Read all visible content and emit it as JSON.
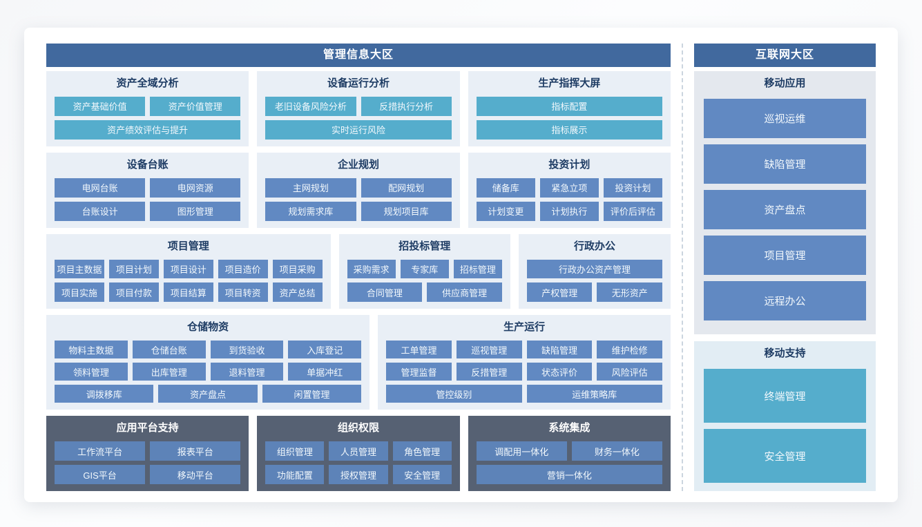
{
  "colors": {
    "page_bg": "#fafbfc",
    "card_bg": "#ffffff",
    "zone_header_bg": "#41699e",
    "zone_header_text": "#ffffff",
    "group_light_bg": "#e9eff6",
    "group_dark_bg": "#566173",
    "group_gray_bg": "#e4e8ee",
    "group_support_bg": "#e2edf4",
    "title_text": "#1e3c64",
    "title_text_on_dark": "#ffffff",
    "btn_teal": "#55adcc",
    "btn_blue": "#6189c2",
    "btn_dark_panel": "#5d83b8",
    "btn_text": "#f2f8fc",
    "divider": "#cbd5df"
  },
  "zones": {
    "left": {
      "title": "管理信息大区",
      "rows": [
        {
          "groups": [
            {
              "title": "资产全域分析",
              "theme": "light",
              "button_style": "teal",
              "button_rows": [
                [
                  "资产基础价值",
                  "资产价值管理"
                ],
                [
                  "资产绩效评估与提升"
                ]
              ]
            },
            {
              "title": "设备运行分析",
              "theme": "light",
              "button_style": "teal",
              "button_rows": [
                [
                  "老旧设备风险分析",
                  "反措执行分析"
                ],
                [
                  "实时运行风险"
                ]
              ]
            },
            {
              "title": "生产指挥大屏",
              "theme": "light",
              "button_style": "teal",
              "button_rows": [
                [
                  "指标配置"
                ],
                [
                  "指标展示"
                ]
              ]
            }
          ]
        },
        {
          "groups": [
            {
              "title": "设备台账",
              "theme": "light",
              "button_style": "blue",
              "button_rows": [
                [
                  "电网台账",
                  "电网资源"
                ],
                [
                  "台账设计",
                  "图形管理"
                ]
              ]
            },
            {
              "title": "企业规划",
              "theme": "light",
              "button_style": "blue",
              "button_rows": [
                [
                  "主网规划",
                  "配网规划"
                ],
                [
                  "规划需求库",
                  "规划项目库"
                ]
              ]
            },
            {
              "title": "投资计划",
              "theme": "light",
              "button_style": "blue",
              "button_rows": [
                [
                  "储备库",
                  "紧急立项",
                  "投资计划"
                ],
                [
                  "计划变更",
                  "计划执行",
                  "评价后评估"
                ]
              ]
            }
          ]
        },
        {
          "groups": [
            {
              "title": "项目管理",
              "theme": "light",
              "button_style": "blue",
              "button_rows": [
                [
                  "项目主数据",
                  "项目计划",
                  "项目设计",
                  "项目造价",
                  "项目采购"
                ],
                [
                  "项目实施",
                  "项目付款",
                  "项目结算",
                  "项目转资",
                  "资产总结"
                ]
              ]
            },
            {
              "title": "招投标管理",
              "theme": "light",
              "button_style": "blue",
              "button_rows": [
                [
                  "采购需求",
                  "专家库",
                  "招标管理"
                ],
                [
                  "合同管理",
                  "供应商管理"
                ]
              ]
            },
            {
              "title": "行政办公",
              "theme": "light",
              "button_style": "blue",
              "button_rows": [
                [
                  "行政办公资产管理"
                ],
                [
                  "产权管理",
                  "无形资产"
                ]
              ]
            }
          ]
        },
        {
          "groups": [
            {
              "title": "仓储物资",
              "theme": "light",
              "button_style": "blue",
              "button_rows": [
                [
                  "物料主数据",
                  "仓储台账",
                  "到货验收",
                  "入库登记"
                ],
                [
                  "领料管理",
                  "出库管理",
                  "退料管理",
                  "单据冲红"
                ],
                [
                  "调拨移库",
                  "资产盘点",
                  "闲置管理"
                ]
              ]
            },
            {
              "title": "生产运行",
              "theme": "light",
              "button_style": "blue",
              "button_rows": [
                [
                  "工单管理",
                  "巡视管理",
                  "缺陷管理",
                  "维护检修"
                ],
                [
                  "管理监督",
                  "反措管理",
                  "状态评价",
                  "风险评估"
                ],
                [
                  "管控级别",
                  "运维策略库"
                ]
              ]
            }
          ]
        },
        {
          "groups": [
            {
              "title": "应用平台支持",
              "theme": "dark",
              "button_style": "dark-panel",
              "button_rows": [
                [
                  "工作流平台",
                  "报表平台"
                ],
                [
                  "GIS平台",
                  "移动平台"
                ]
              ]
            },
            {
              "title": "组织权限",
              "theme": "dark",
              "button_style": "dark-panel",
              "button_rows": [
                [
                  "组织管理",
                  "人员管理",
                  "角色管理"
                ],
                [
                  "功能配置",
                  "授权管理",
                  "安全管理"
                ]
              ]
            },
            {
              "title": "系统集成",
              "theme": "dark",
              "button_style": "dark-panel",
              "button_rows": [
                [
                  "调配用一体化",
                  "财务一体化"
                ],
                [
                  "营销一体化"
                ]
              ]
            }
          ]
        }
      ]
    },
    "right": {
      "title": "互联网大区",
      "groups": [
        {
          "title": "移动应用",
          "style": "gray",
          "button_style": "blue",
          "buttons": [
            "巡视运维",
            "缺陷管理",
            "资产盘点",
            "项目管理",
            "远程办公"
          ]
        },
        {
          "title": "移动支持",
          "style": "support",
          "button_style": "teal",
          "buttons": [
            "终端管理",
            "安全管理"
          ]
        }
      ]
    }
  }
}
